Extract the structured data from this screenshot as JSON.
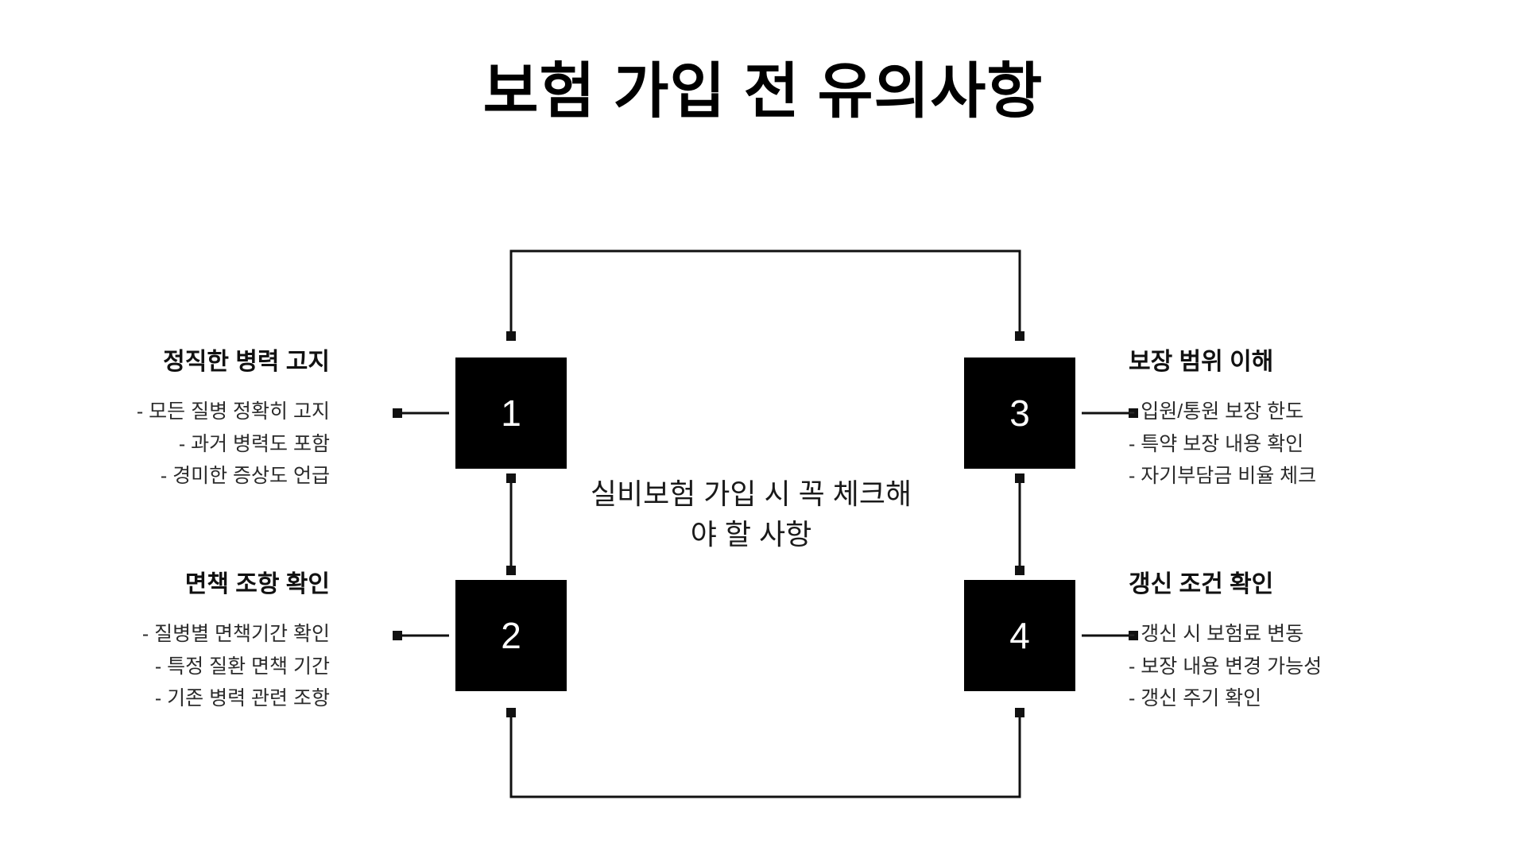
{
  "title": "보험 가입 전 유의사항",
  "center_caption": "실비보험 가입 시 꼭 체크해야 할 사항",
  "colors": {
    "background": "#ffffff",
    "node_fill": "#000000",
    "node_text": "#ffffff",
    "title_text": "#000000",
    "body_text": "#2b2b2b",
    "connector": "#111111"
  },
  "nodes": [
    {
      "number": "1",
      "position": "top-left"
    },
    {
      "number": "2",
      "position": "bottom-left"
    },
    {
      "number": "3",
      "position": "top-right"
    },
    {
      "number": "4",
      "position": "bottom-right"
    }
  ],
  "blocks": [
    {
      "id": "honest-history-disclosure",
      "heading": "정직한 병력 고지",
      "align": "right",
      "bullets": [
        "- 모든 질병 정확히 고지",
        "- 과거 병력도 포함",
        "- 경미한 증상도 언급"
      ]
    },
    {
      "id": "exemption-clause-check",
      "heading": "면책 조항 확인",
      "align": "right",
      "bullets": [
        "- 질병별 면책기간 확인",
        "- 특정 질환 면책 기간",
        "- 기존 병력 관련 조항"
      ]
    },
    {
      "id": "coverage-scope-understanding",
      "heading": "보장 범위 이해",
      "align": "left",
      "bullets": [
        "- 입원/통원 보장 한도",
        "- 특약 보장 내용 확인",
        "- 자기부담금 비율 체크"
      ]
    },
    {
      "id": "renewal-condition-check",
      "heading": "갱신 조건 확인",
      "align": "left",
      "bullets": [
        "- 갱신 시 보험료 변동",
        "- 보장 내용 변경 가능성",
        "- 갱신 주기 확인"
      ]
    }
  ]
}
